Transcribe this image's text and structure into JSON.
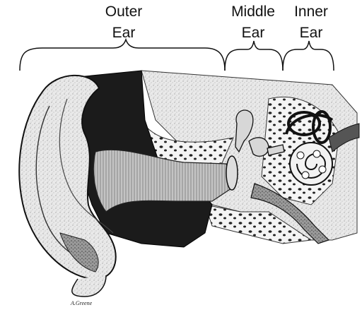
{
  "labels": {
    "outer": {
      "line1": "Outer",
      "line2": "Ear"
    },
    "middle": {
      "line1": "Middle",
      "line2": "Ear"
    },
    "inner": {
      "line1": "Inner",
      "line2": "Ear"
    }
  },
  "signature": "A.Greene"
}
